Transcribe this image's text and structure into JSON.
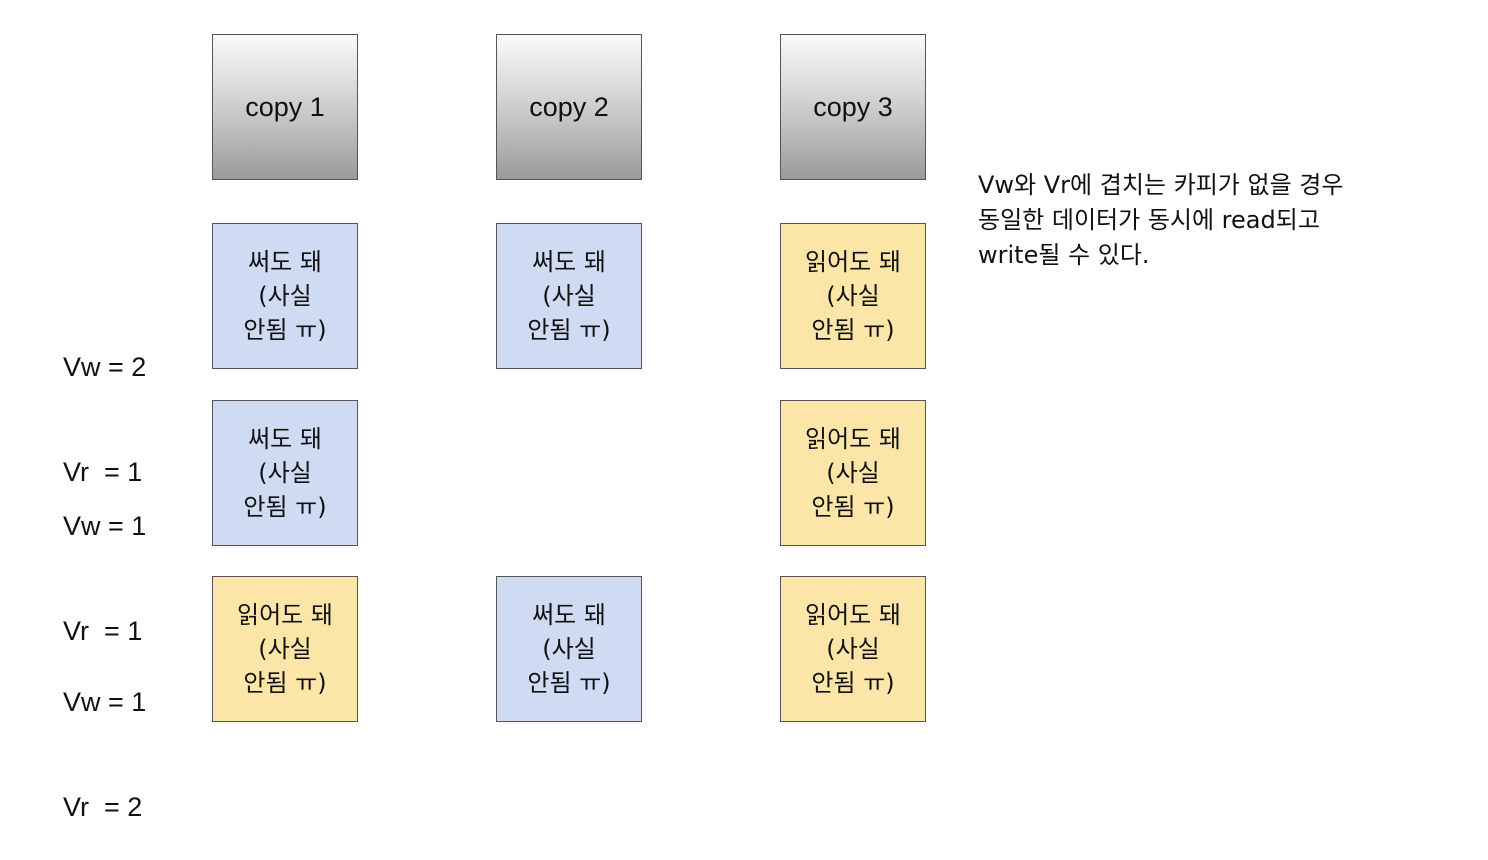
{
  "headers": [
    "copy 1",
    "copy 2",
    "copy 3"
  ],
  "rows": [
    {
      "label": [
        "Vw = 2",
        "Vr  = 1"
      ],
      "cells": [
        {
          "kind": "write",
          "lines": [
            "써도 돼",
            "(사실",
            "안됨 ㅠ)"
          ]
        },
        {
          "kind": "write",
          "lines": [
            "써도 돼",
            "(사실",
            "안됨 ㅠ)"
          ]
        },
        {
          "kind": "read",
          "lines": [
            "읽어도 돼",
            "(사실",
            "안됨 ㅠ)"
          ]
        }
      ]
    },
    {
      "label": [
        "Vw = 1",
        "Vr  = 1"
      ],
      "cells": [
        {
          "kind": "write",
          "lines": [
            "써도 돼",
            "(사실",
            "안됨 ㅠ)"
          ]
        },
        null,
        {
          "kind": "read",
          "lines": [
            "읽어도 돼",
            "(사실",
            "안됨 ㅠ)"
          ]
        }
      ]
    },
    {
      "label": [
        "Vw = 1",
        "Vr  = 2"
      ],
      "cells": [
        {
          "kind": "read",
          "lines": [
            "읽어도 돼",
            "(사실",
            "안됨 ㅠ)"
          ]
        },
        {
          "kind": "write",
          "lines": [
            "써도 돼",
            "(사실",
            "안됨 ㅠ)"
          ]
        },
        {
          "kind": "read",
          "lines": [
            "읽어도 돼",
            "(사실",
            "안됨 ㅠ)"
          ]
        }
      ]
    }
  ],
  "note": [
    "Vw와 Vr에 겹치는 카피가 없을 경우",
    "동일한 데이터가 동시에 read되고",
    "write될 수 있다."
  ],
  "colors": {
    "write_fill": "#cfdaf3",
    "read_fill": "#fbe6a7",
    "border": "#555555"
  }
}
